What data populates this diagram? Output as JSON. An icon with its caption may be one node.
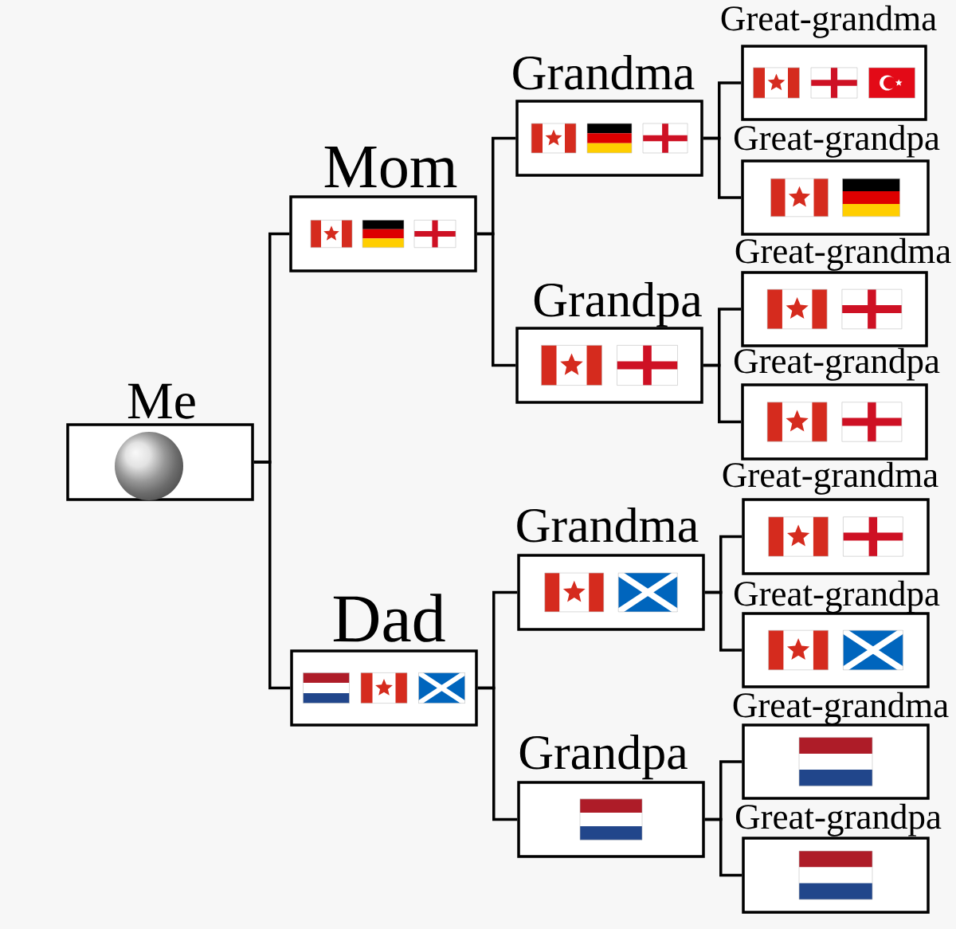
{
  "diagram": {
    "nodes": [
      {
        "text": [
          "Me"
        ]
      },
      {
        "text": [
          "Mom"
        ]
      },
      {
        "text": [
          "Dad"
        ]
      },
      {
        "text": [
          "Grandma"
        ]
      },
      {
        "text": [
          "Grandpa"
        ]
      },
      {
        "text": [
          "Grandma"
        ]
      },
      {
        "text": [
          "Grandpa"
        ]
      },
      {
        "text": [
          "Great-grandma"
        ]
      },
      {
        "text": [
          "Great-grandpa"
        ]
      },
      {
        "text": [
          "Great-grandma"
        ]
      },
      {
        "text": [
          "Great-grandpa"
        ]
      },
      {
        "text": [
          "Great-grandma"
        ]
      },
      {
        "text": [
          "Great-grandpa"
        ]
      },
      {
        "text": [
          "Great-grandma"
        ]
      },
      {
        "text": [
          "Great-grandpa"
        ]
      }
    ],
    "edges": [
      {
        "from": 0,
        "to": 1,
        "arrow": "none"
      },
      {
        "from": 0,
        "to": 2,
        "arrow": "none"
      },
      {
        "from": 1,
        "to": 3,
        "arrow": "none"
      },
      {
        "from": 1,
        "to": 4,
        "arrow": "none"
      },
      {
        "from": 2,
        "to": 5,
        "arrow": "none"
      },
      {
        "from": 2,
        "to": 6,
        "arrow": "none"
      },
      {
        "from": 3,
        "to": 7,
        "arrow": "none"
      },
      {
        "from": 3,
        "to": 8,
        "arrow": "none"
      },
      {
        "from": 4,
        "to": 9,
        "arrow": "none"
      },
      {
        "from": 4,
        "to": 10,
        "arrow": "none"
      },
      {
        "from": 5,
        "to": 11,
        "arrow": "none"
      },
      {
        "from": 5,
        "to": 12,
        "arrow": "none"
      },
      {
        "from": 6,
        "to": 13,
        "arrow": "none"
      },
      {
        "from": 6,
        "to": 14,
        "arrow": "none"
      }
    ]
  }
}
